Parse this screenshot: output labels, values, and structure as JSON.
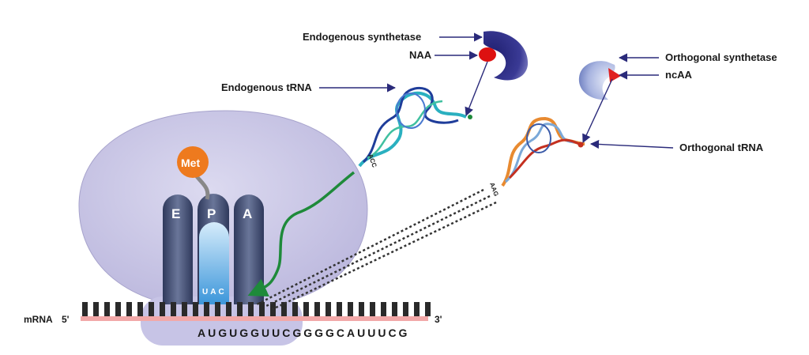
{
  "labels": {
    "endogenous_synthetase": "Endogenous synthetase",
    "naa": "NAA",
    "endogenous_trna": "Endogenous tRNA",
    "orthogonal_synthetase": "Orthogonal synthetase",
    "ncaa": "ncAA",
    "orthogonal_trna": "Orthogonal tRNA"
  },
  "ribosome": {
    "met": "Met",
    "sites": [
      "E",
      "P",
      "A"
    ],
    "anticodon": "UAC"
  },
  "mrna": {
    "label": "mRNA",
    "five_prime": "5'",
    "three_prime": "3'",
    "sequence": "AUGUGGUUCGGGGCAUUUCG"
  },
  "anticodons": {
    "endogenous": "ACC",
    "orthogonal": "AAG"
  },
  "colors": {
    "ribosome": "#c9c6e6",
    "site_dark": "#3f4a6e",
    "p_site_light": "#5aaee8",
    "met": "#ee7a1e",
    "mrna_line": "#f2a8a8",
    "green_path": "#1e8a3a",
    "arrow": "#2a2a7a",
    "naa": "#dd1111",
    "synth_dark": "#2c2c80",
    "synth_light": "#8ea0d8"
  }
}
